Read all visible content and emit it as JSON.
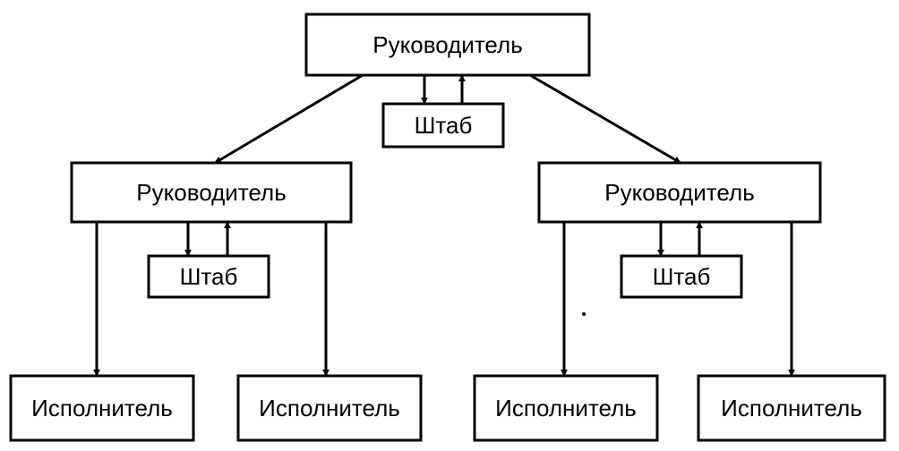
{
  "diagram": {
    "root": {
      "label": "Руководитель"
    },
    "root_staff": {
      "label": "Штаб"
    },
    "left_manager": {
      "label": "Руководитель"
    },
    "left_staff": {
      "label": "Штаб"
    },
    "right_manager": {
      "label": "Руководитель"
    },
    "right_staff": {
      "label": "Штаб"
    },
    "executors": [
      {
        "label": "Исполнитель"
      },
      {
        "label": "Исполнитель"
      },
      {
        "label": "Исполнитель"
      },
      {
        "label": "Исполнитель"
      }
    ]
  }
}
